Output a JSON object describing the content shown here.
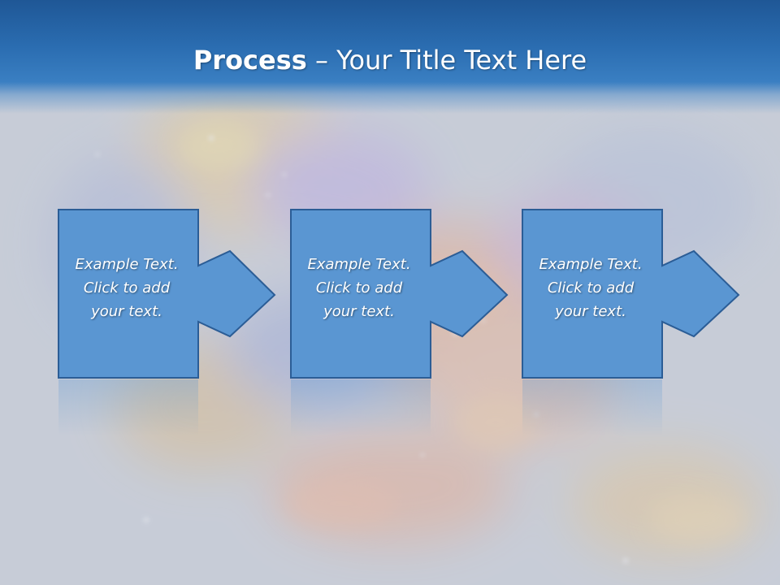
{
  "slide": {
    "title_strong": "Process",
    "title_light": " – Your Title Text Here"
  },
  "steps": [
    {
      "lines": [
        "Example Text.",
        "Click  to add",
        "your text."
      ]
    },
    {
      "lines": [
        "Example Text.",
        "Click  to add",
        "your text."
      ]
    },
    {
      "lines": [
        "Example Text.",
        "Click  to add",
        "your text."
      ]
    }
  ],
  "colors": {
    "title_bar": "#2a6cb0",
    "step_fill": "#5a96d2",
    "step_border": "#2b5d96",
    "title_text": "#ffffff",
    "background": "#c6ccd6"
  }
}
